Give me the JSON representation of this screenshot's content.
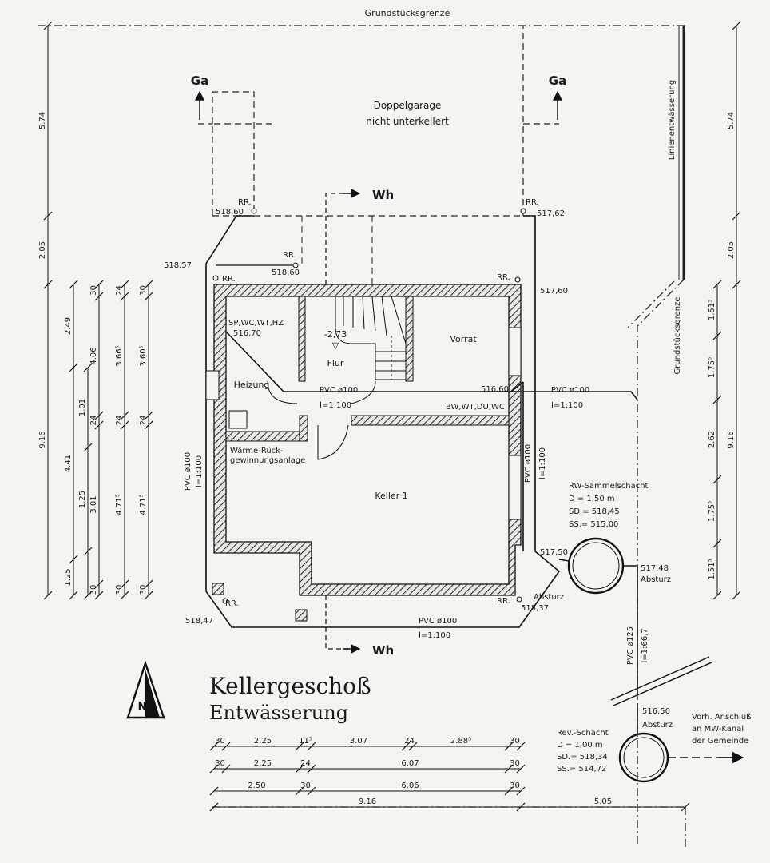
{
  "boundary": {
    "top": "Grundstücksgrenze",
    "right": "Grundstücksgrenze",
    "drain": "Linienentwässerung"
  },
  "garage": {
    "line1": "Doppelgarage",
    "line2": "nicht unterkellert",
    "ga_left": "Ga",
    "ga_right": "Ga"
  },
  "wh": {
    "top": "Wh",
    "bottom": "Wh"
  },
  "rooms": {
    "vorrat": "Vorrat",
    "flur": "Flur",
    "flur_level": "-2,73",
    "heizung": "Heizung",
    "waerme1": "Wärme-Rück-",
    "waerme2": "gewinnungsanlage",
    "keller": "Keller 1"
  },
  "fixtures": {
    "sp_label": "SP,WC,WT,HZ",
    "sp_level": "516,70",
    "bw_label": "BW,WT,DU,WC",
    "bw_level": "516,60"
  },
  "rr": {
    "tl_garage": "RR.",
    "tl_garage_lvl": "518,60",
    "tr_garage": "RR.",
    "tr_garage_lvl": "517,62",
    "mid": "RR.",
    "mid_lvl": "518,60",
    "left": "RR.",
    "left_lvl": "518,57",
    "right": "RR.",
    "right_lvl": "517,60",
    "bl": "RR.",
    "bl_lvl": "518,47",
    "br": "RR.",
    "br_lvl": "518,37",
    "br_absturz": "Absturz"
  },
  "pipes": {
    "h_mid": "PVC ø100",
    "h_mid_slope": "I=1:100",
    "h_right": "PVC ø100",
    "h_right_slope": "I=1:100",
    "h_bottom": "PVC ø100",
    "h_bottom_slope": "I=1:100",
    "v_left": "PVC ø100",
    "v_left_slope": "I=1:100",
    "v_right": "PVC ø100",
    "v_right_slope": "I=1:100",
    "v_125": "PVC ø125",
    "v_125_slope": "I=1:66,7"
  },
  "rw": {
    "title": "RW-Sammelschacht",
    "d": "D = 1,50 m",
    "sd": "SD.= 518,45",
    "ss": "SS.= 515,00",
    "in_lvl": "517,50",
    "out_lvl": "517,48",
    "out_label": "Absturz"
  },
  "rev": {
    "title": "Rev.-Schacht",
    "d": "D = 1,00 m",
    "sd": "SD.= 518,34",
    "ss": "SS.= 514,72",
    "lvl": "516,50",
    "absturz": "Absturz"
  },
  "connection": {
    "l1": "Vorh. Anschluß",
    "l2": "an MW-Kanal",
    "l3": "der Gemeinde"
  },
  "title": {
    "main": "Kellergeschoß",
    "sub": "Entwässerung"
  },
  "north": "N",
  "dims": {
    "left_outer": [
      "5.74",
      "2.05",
      "9.16"
    ],
    "left_c1": [
      "2.49",
      "4.41",
      "1.25"
    ],
    "left_c2": [
      "1.01",
      "1.25"
    ],
    "left_c3": [
      "30",
      "4.06",
      "24",
      "3.01",
      "30"
    ],
    "left_c4": [
      "24",
      "3.66⁵",
      "24",
      "4.71⁵",
      "30"
    ],
    "left_c5": [
      "30",
      "3.60⁵",
      "24",
      "4.71⁵",
      "30"
    ],
    "right_outer": [
      "5.74",
      "2.05",
      "9.16"
    ],
    "right_inner": [
      "1.51⁵",
      "1.75⁵",
      "2.62",
      "1.75⁵",
      "1.51⁵"
    ],
    "bottom_r1": [
      "30",
      "2.25",
      "11⁵",
      "3.07",
      "24",
      "2.88⁵",
      "30"
    ],
    "bottom_r2": [
      "30",
      "2.25",
      "24",
      "6.07",
      "30"
    ],
    "bottom_r3": [
      "2.50",
      "30",
      "6.06",
      "30"
    ],
    "bottom_r4": [
      "9.16",
      "5.05"
    ]
  }
}
